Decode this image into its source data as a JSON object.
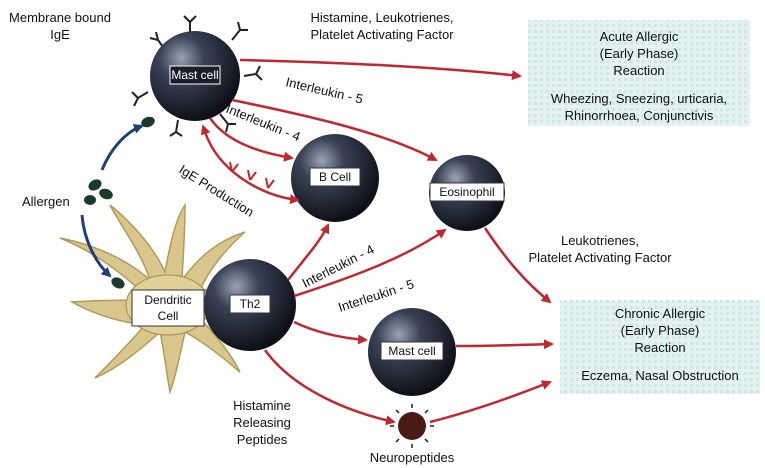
{
  "labels": {
    "membrane_line1": "Membrane bound",
    "membrane_line2": "IgE",
    "allergen": "Allergen",
    "mast_cell_top": "Mast cell",
    "b_cell": "B Cell",
    "eosinophil": "Eosinophil",
    "dendritic_line1": "Dendritic",
    "dendritic_line2": "Cell",
    "th2": "Th2",
    "mast_cell_bottom": "Mast cell",
    "neuropeptides": "Neuropeptides"
  },
  "arrow_labels": {
    "histamine_line1": "Histamine, Leukotrienes,",
    "histamine_line2": "Platelet Activating Factor",
    "il5_top": "Interleukin - 5",
    "il4_top": "Interleukin - 4",
    "ige_production": "IgE Production",
    "il4_th2": "Interleukin - 4",
    "il5_th2": "Interleukin - 5",
    "leuko_line1": "Leukotrienes,",
    "leuko_line2": "Platelet Activating Factor",
    "hrp_line1": "Histamine",
    "hrp_line2": "Releasing",
    "hrp_line3": "Peptides"
  },
  "acute_box": {
    "line1": "Acute Allergic",
    "line2": "(Early Phase)",
    "line3": "Reaction",
    "line4": "Wheezing, Sneezing, urticaria,",
    "line5": "Rhinorrhoea, Conjunctivis"
  },
  "chronic_box": {
    "line1": "Chronic Allergic",
    "line2": "(Early Phase)",
    "line3": "Reaction",
    "line4": "Eczema, Nasal Obstruction"
  },
  "colors": {
    "arrow_red": "#c0282f",
    "arrow_blue": "#1f3f78",
    "cell_dark": "#1c2230",
    "dendritic": "#d9c68c",
    "box_fill": "#dcefec"
  }
}
